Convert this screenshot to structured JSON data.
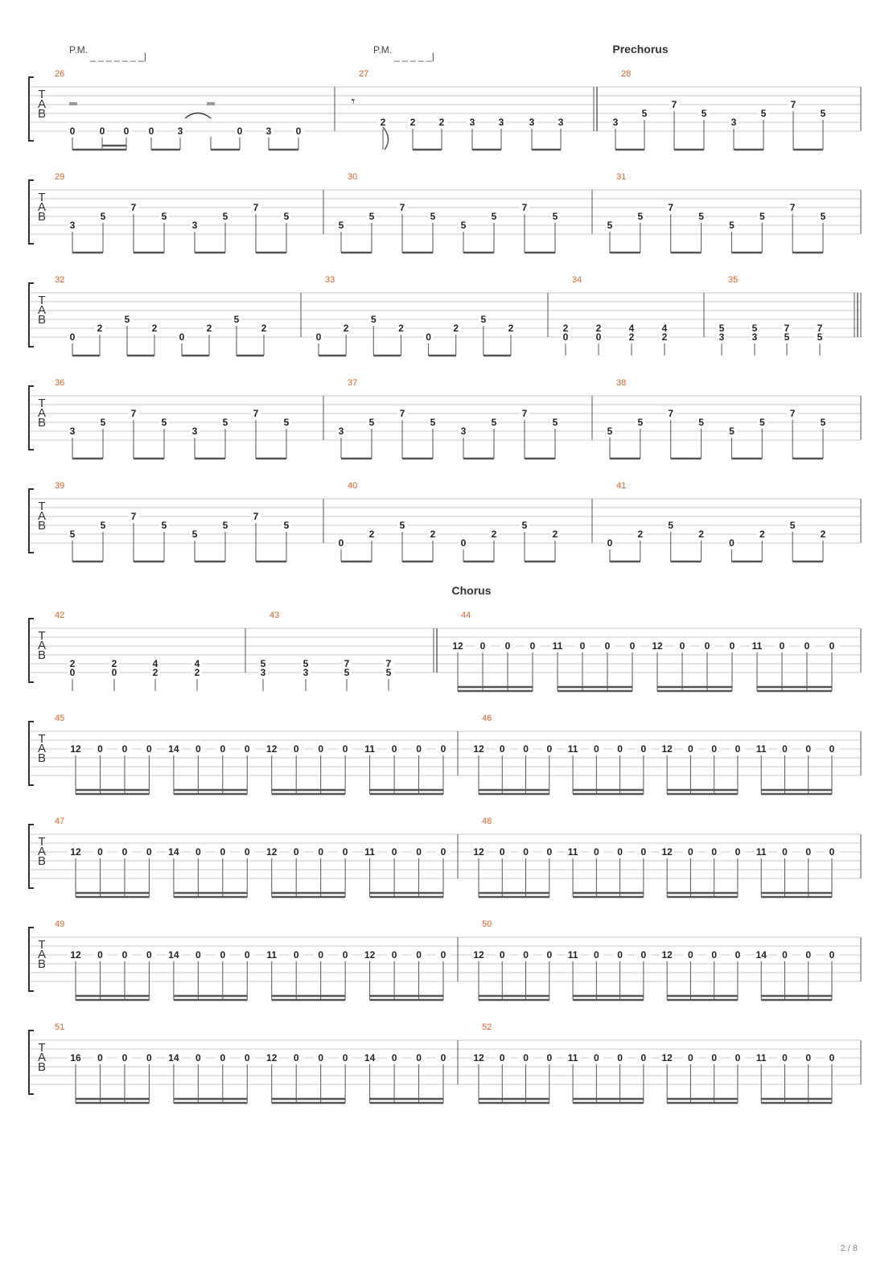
{
  "page_number": "2 / 8",
  "tab_clef": [
    "T",
    "A",
    "B"
  ],
  "systems": [
    {
      "annotations": [
        {
          "type": "pm",
          "label": "P.M.",
          "dashes": "_ _ _ _ _ _ _|",
          "measure_index": 0
        },
        {
          "type": "pm",
          "label": "P.M.",
          "dashes": "_ _ _ _ _|",
          "measure_index": 1
        },
        {
          "type": "section",
          "label": "Prechorus",
          "measure_index": 2
        }
      ],
      "measures": [
        {
          "number": "26",
          "notes": [
            [
              "0"
            ],
            [
              "0"
            ],
            [
              "0"
            ],
            [
              "0"
            ],
            [
              "3"
            ],
            [],
            [
              "0"
            ],
            [
              "3"
            ],
            [
              "0"
            ]
          ],
          "rest_note": true,
          "notes_str": [
            6,
            6,
            6,
            6,
            6,
            0,
            6,
            6,
            6
          ]
        },
        {
          "number": "27",
          "notes": [
            [],
            [
              "2"
            ],
            [
              "2"
            ],
            [
              "2"
            ],
            [
              "3"
            ],
            [
              "3"
            ],
            [
              "3"
            ],
            [
              "3"
            ]
          ],
          "rest_eighth": true,
          "notes_str": [
            0,
            5,
            5,
            5,
            5,
            5,
            5,
            5
          ]
        },
        {
          "number": "28",
          "double_bar_left": true,
          "notes": [
            [
              "3"
            ],
            [
              "5"
            ],
            [
              "7"
            ],
            [
              "5"
            ],
            [
              "3"
            ],
            [
              "5"
            ],
            [
              "7"
            ],
            [
              "5"
            ]
          ],
          "notes_str": [
            5,
            4,
            3,
            4,
            5,
            4,
            3,
            4
          ]
        }
      ]
    },
    {
      "annotations": [],
      "measures": [
        {
          "number": "29",
          "notes": [
            [
              "3"
            ],
            [
              "5"
            ],
            [
              "7"
            ],
            [
              "5"
            ],
            [
              "3"
            ],
            [
              "5"
            ],
            [
              "7"
            ],
            [
              "5"
            ]
          ],
          "notes_str": [
            5,
            4,
            3,
            4,
            5,
            4,
            3,
            4
          ]
        },
        {
          "number": "30",
          "notes": [
            [
              "5"
            ],
            [
              "5"
            ],
            [
              "7"
            ],
            [
              "5"
            ],
            [
              "5"
            ],
            [
              "5"
            ],
            [
              "7"
            ],
            [
              "5"
            ]
          ],
          "notes_str": [
            5,
            4,
            3,
            4,
            5,
            4,
            3,
            4
          ]
        },
        {
          "number": "31",
          "notes": [
            [
              "5"
            ],
            [
              "5"
            ],
            [
              "7"
            ],
            [
              "5"
            ],
            [
              "5"
            ],
            [
              "5"
            ],
            [
              "7"
            ],
            [
              "5"
            ]
          ],
          "notes_str": [
            5,
            4,
            3,
            4,
            5,
            4,
            3,
            4
          ]
        }
      ]
    },
    {
      "annotations": [],
      "measures": [
        {
          "number": "32",
          "notes": [
            [
              "0"
            ],
            [
              "2"
            ],
            [
              "5"
            ],
            [
              "2"
            ],
            [
              "0"
            ],
            [
              "2"
            ],
            [
              "5"
            ],
            [
              "2"
            ]
          ],
          "notes_str": [
            6,
            5,
            4,
            5,
            6,
            5,
            4,
            5
          ]
        },
        {
          "number": "33",
          "notes": [
            [
              "0"
            ],
            [
              "2"
            ],
            [
              "5"
            ],
            [
              "2"
            ],
            [
              "0"
            ],
            [
              "2"
            ],
            [
              "5"
            ],
            [
              "2"
            ]
          ],
          "notes_str": [
            6,
            5,
            4,
            5,
            6,
            5,
            4,
            5
          ]
        },
        {
          "number": "34",
          "notes": [
            [
              "2",
              "0"
            ],
            [
              "2",
              "0"
            ],
            [
              "4",
              "2"
            ],
            [
              "4",
              "2"
            ]
          ],
          "notes_str": [
            5,
            5,
            5,
            5
          ],
          "chords": true
        },
        {
          "number": "35",
          "notes": [
            [
              "5",
              "3"
            ],
            [
              "5",
              "3"
            ],
            [
              "7",
              "5"
            ],
            [
              "7",
              "5"
            ]
          ],
          "notes_str": [
            5,
            5,
            5,
            5
          ],
          "chords": true,
          "double_bar_right": true
        }
      ]
    },
    {
      "annotations": [],
      "measures": [
        {
          "number": "36",
          "notes": [
            [
              "3"
            ],
            [
              "5"
            ],
            [
              "7"
            ],
            [
              "5"
            ],
            [
              "3"
            ],
            [
              "5"
            ],
            [
              "7"
            ],
            [
              "5"
            ]
          ],
          "notes_str": [
            5,
            4,
            3,
            4,
            5,
            4,
            3,
            4
          ]
        },
        {
          "number": "37",
          "notes": [
            [
              "3"
            ],
            [
              "5"
            ],
            [
              "7"
            ],
            [
              "5"
            ],
            [
              "3"
            ],
            [
              "5"
            ],
            [
              "7"
            ],
            [
              "5"
            ]
          ],
          "notes_str": [
            5,
            4,
            3,
            4,
            5,
            4,
            3,
            4
          ]
        },
        {
          "number": "38",
          "notes": [
            [
              "5"
            ],
            [
              "5"
            ],
            [
              "7"
            ],
            [
              "5"
            ],
            [
              "5"
            ],
            [
              "5"
            ],
            [
              "7"
            ],
            [
              "5"
            ]
          ],
          "notes_str": [
            5,
            4,
            3,
            4,
            5,
            4,
            3,
            4
          ]
        }
      ]
    },
    {
      "annotations": [],
      "measures": [
        {
          "number": "39",
          "notes": [
            [
              "5"
            ],
            [
              "5"
            ],
            [
              "7"
            ],
            [
              "5"
            ],
            [
              "5"
            ],
            [
              "5"
            ],
            [
              "7"
            ],
            [
              "5"
            ]
          ],
          "notes_str": [
            5,
            4,
            3,
            4,
            5,
            4,
            3,
            4
          ]
        },
        {
          "number": "40",
          "notes": [
            [
              "0"
            ],
            [
              "2"
            ],
            [
              "5"
            ],
            [
              "2"
            ],
            [
              "0"
            ],
            [
              "2"
            ],
            [
              "5"
            ],
            [
              "2"
            ]
          ],
          "notes_str": [
            6,
            5,
            4,
            5,
            6,
            5,
            4,
            5
          ]
        },
        {
          "number": "41",
          "notes": [
            [
              "0"
            ],
            [
              "2"
            ],
            [
              "5"
            ],
            [
              "2"
            ],
            [
              "0"
            ],
            [
              "2"
            ],
            [
              "5"
            ],
            [
              "2"
            ]
          ],
          "notes_str": [
            6,
            5,
            4,
            5,
            6,
            5,
            4,
            5
          ]
        }
      ]
    },
    {
      "annotations": [
        {
          "type": "section",
          "label": "Chorus",
          "measure_index": 2
        }
      ],
      "measures": [
        {
          "number": "42",
          "notes": [
            [
              "2",
              "0"
            ],
            [
              "2",
              "0"
            ],
            [
              "4",
              "2"
            ],
            [
              "4",
              "2"
            ]
          ],
          "notes_str": [
            5,
            5,
            5,
            5
          ],
          "chords": true
        },
        {
          "number": "43",
          "notes": [
            [
              "5",
              "3"
            ],
            [
              "5",
              "3"
            ],
            [
              "7",
              "5"
            ],
            [
              "7",
              "5"
            ]
          ],
          "notes_str": [
            5,
            5,
            5,
            5
          ],
          "chords": true
        },
        {
          "number": "44",
          "double_bar_left": true,
          "sixteenths": true,
          "notes": [
            [
              "12"
            ],
            [
              "0"
            ],
            [
              "0"
            ],
            [
              "0"
            ],
            [
              "11"
            ],
            [
              "0"
            ],
            [
              "0"
            ],
            [
              "0"
            ],
            [
              "12"
            ],
            [
              "0"
            ],
            [
              "0"
            ],
            [
              "0"
            ],
            [
              "11"
            ],
            [
              "0"
            ],
            [
              "0"
            ],
            [
              "0"
            ]
          ]
        }
      ]
    },
    {
      "annotations": [],
      "measures": [
        {
          "number": "45",
          "sixteenths": true,
          "notes": [
            [
              "12"
            ],
            [
              "0"
            ],
            [
              "0"
            ],
            [
              "0"
            ],
            [
              "14"
            ],
            [
              "0"
            ],
            [
              "0"
            ],
            [
              "0"
            ],
            [
              "12"
            ],
            [
              "0"
            ],
            [
              "0"
            ],
            [
              "0"
            ],
            [
              "11"
            ],
            [
              "0"
            ],
            [
              "0"
            ],
            [
              "0"
            ]
          ]
        },
        {
          "number": "46",
          "sixteenths": true,
          "notes": [
            [
              "12"
            ],
            [
              "0"
            ],
            [
              "0"
            ],
            [
              "0"
            ],
            [
              "11"
            ],
            [
              "0"
            ],
            [
              "0"
            ],
            [
              "0"
            ],
            [
              "12"
            ],
            [
              "0"
            ],
            [
              "0"
            ],
            [
              "0"
            ],
            [
              "11"
            ],
            [
              "0"
            ],
            [
              "0"
            ],
            [
              "0"
            ]
          ]
        }
      ]
    },
    {
      "annotations": [],
      "measures": [
        {
          "number": "47",
          "sixteenths": true,
          "notes": [
            [
              "12"
            ],
            [
              "0"
            ],
            [
              "0"
            ],
            [
              "0"
            ],
            [
              "14"
            ],
            [
              "0"
            ],
            [
              "0"
            ],
            [
              "0"
            ],
            [
              "12"
            ],
            [
              "0"
            ],
            [
              "0"
            ],
            [
              "0"
            ],
            [
              "11"
            ],
            [
              "0"
            ],
            [
              "0"
            ],
            [
              "0"
            ]
          ]
        },
        {
          "number": "48",
          "sixteenths": true,
          "notes": [
            [
              "12"
            ],
            [
              "0"
            ],
            [
              "0"
            ],
            [
              "0"
            ],
            [
              "11"
            ],
            [
              "0"
            ],
            [
              "0"
            ],
            [
              "0"
            ],
            [
              "12"
            ],
            [
              "0"
            ],
            [
              "0"
            ],
            [
              "0"
            ],
            [
              "11"
            ],
            [
              "0"
            ],
            [
              "0"
            ],
            [
              "0"
            ]
          ]
        }
      ]
    },
    {
      "annotations": [],
      "measures": [
        {
          "number": "49",
          "sixteenths": true,
          "notes": [
            [
              "12"
            ],
            [
              "0"
            ],
            [
              "0"
            ],
            [
              "0"
            ],
            [
              "14"
            ],
            [
              "0"
            ],
            [
              "0"
            ],
            [
              "0"
            ],
            [
              "11"
            ],
            [
              "0"
            ],
            [
              "0"
            ],
            [
              "0"
            ],
            [
              "12"
            ],
            [
              "0"
            ],
            [
              "0"
            ],
            [
              "0"
            ]
          ]
        },
        {
          "number": "50",
          "sixteenths": true,
          "notes": [
            [
              "12"
            ],
            [
              "0"
            ],
            [
              "0"
            ],
            [
              "0"
            ],
            [
              "11"
            ],
            [
              "0"
            ],
            [
              "0"
            ],
            [
              "0"
            ],
            [
              "12"
            ],
            [
              "0"
            ],
            [
              "0"
            ],
            [
              "0"
            ],
            [
              "14"
            ],
            [
              "0"
            ],
            [
              "0"
            ],
            [
              "0"
            ]
          ]
        }
      ]
    },
    {
      "annotations": [],
      "measures": [
        {
          "number": "51",
          "sixteenths": true,
          "notes": [
            [
              "16"
            ],
            [
              "0"
            ],
            [
              "0"
            ],
            [
              "0"
            ],
            [
              "14"
            ],
            [
              "0"
            ],
            [
              "0"
            ],
            [
              "0"
            ],
            [
              "12"
            ],
            [
              "0"
            ],
            [
              "0"
            ],
            [
              "0"
            ],
            [
              "14"
            ],
            [
              "0"
            ],
            [
              "0"
            ],
            [
              "0"
            ]
          ]
        },
        {
          "number": "52",
          "sixteenths": true,
          "notes": [
            [
              "12"
            ],
            [
              "0"
            ],
            [
              "0"
            ],
            [
              "0"
            ],
            [
              "11"
            ],
            [
              "0"
            ],
            [
              "0"
            ],
            [
              "0"
            ],
            [
              "12"
            ],
            [
              "0"
            ],
            [
              "0"
            ],
            [
              "0"
            ],
            [
              "11"
            ],
            [
              "0"
            ],
            [
              "0"
            ],
            [
              "0"
            ]
          ]
        }
      ]
    }
  ]
}
